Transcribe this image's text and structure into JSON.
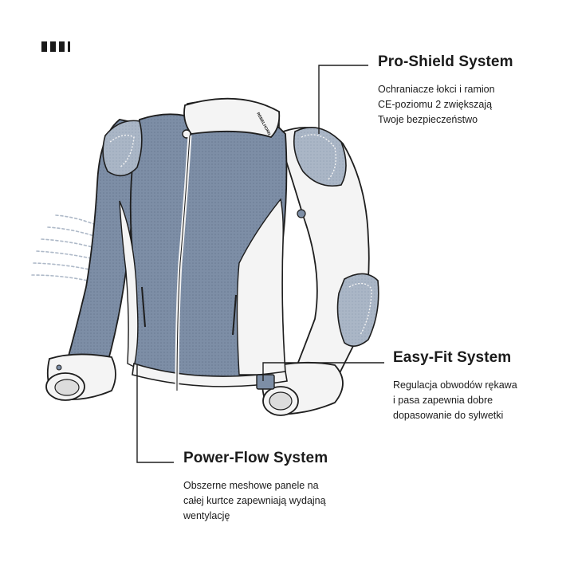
{
  "brand": {
    "logo_icon": "four-bar-logo-icon"
  },
  "callouts": {
    "pro_shield": {
      "title": "Pro-Shield System",
      "desc": "Ochraniacze łokci i ramion\nCE-poziomu 2 zwiększają\nTwoje bezpieczeństwo"
    },
    "easy_fit": {
      "title": "Easy-Fit System",
      "desc": "Regulacja obwodów rękawa\ni pasa zapewnia dobre\ndopasowanie do sylwetki"
    },
    "power_flow": {
      "title": "Power-Flow System",
      "desc": "Obszerne meshowe panele na\ncałej kurtce zapewniają wydajną\nwentylację"
    }
  },
  "jacket": {
    "collar_brand": "REBELHORN"
  },
  "colors": {
    "mesh": "#7d8ea6",
    "shell": "#f4f4f4",
    "armor": "#aab6c6",
    "outline": "#1e1e1e",
    "airflow": "#aeb9c8"
  }
}
